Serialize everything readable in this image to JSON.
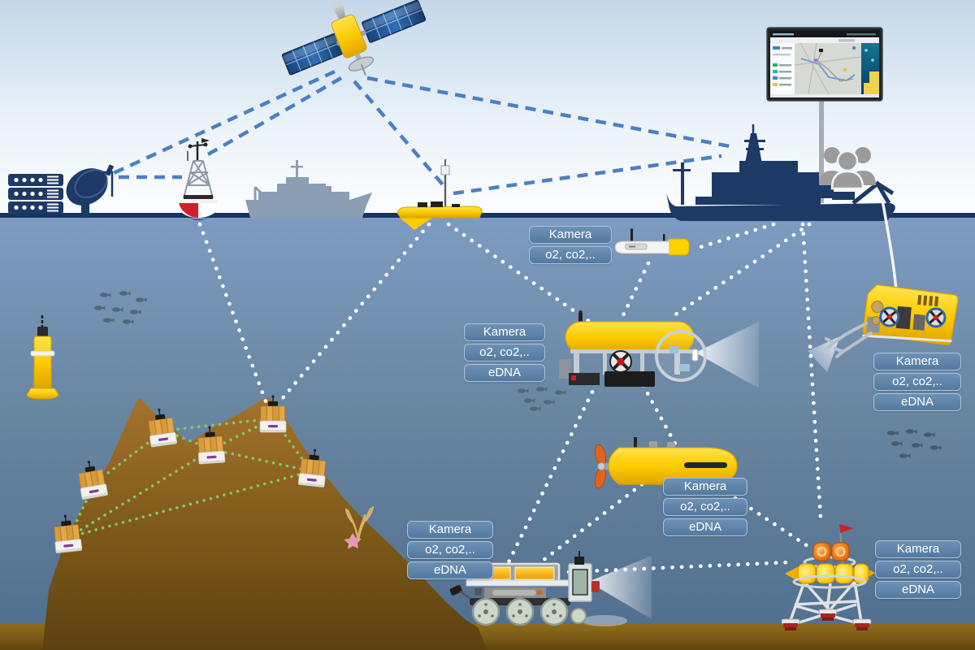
{
  "scene": {
    "description_labels_language": "de"
  },
  "labels": {
    "camera": "Kamera",
    "gases": "o2, co2,..",
    "edna": "eDNA"
  },
  "label_groups": [
    {
      "device": "surface-vehicle-and-glider",
      "lines": [
        "Kamera",
        "o2, co2,.."
      ]
    },
    {
      "device": "rov",
      "lines": [
        "Kamera",
        "o2, co2,..",
        "eDNA"
      ]
    },
    {
      "device": "torpedo-auv",
      "lines": [
        "Kamera",
        "o2, co2,..",
        "eDNA"
      ]
    },
    {
      "device": "work-rov",
      "lines": [
        "Kamera",
        "o2, co2,..",
        "eDNA"
      ]
    },
    {
      "device": "seafloor-crawler",
      "lines": [
        "Kamera",
        "o2, co2,..",
        "eDNA"
      ]
    },
    {
      "device": "lander",
      "lines": [
        "Kamera",
        "o2, co2,..",
        "eDNA"
      ]
    }
  ],
  "icons": [
    "satellite-icon",
    "server-rack-icon",
    "satellite-dish-icon",
    "weather-buoy-icon",
    "ship-icon",
    "research-vessel-icon",
    "surface-vehicle-icon",
    "monitor-map-icon",
    "people-icon",
    "glider-auv-icon",
    "rov-icon",
    "torpedo-auv-icon",
    "work-rov-icon",
    "seafloor-crawler-icon",
    "lander-icon",
    "seafloor-node-icon",
    "mooring-stick-icon",
    "fish-school-icon",
    "coral-icon",
    "starfish-icon"
  ],
  "colors": {
    "satellite_link_dash": "#4d80bf",
    "acoustic_link_dots": "#ffffff",
    "node_mesh_dots": "#7fc76d",
    "label_box_bg": "#5a7fa8",
    "label_box_border": "#a9c3db",
    "device_yellow": "#fccb00",
    "navy_silhouette": "#1d3a66",
    "gray_ship": "#8c9eb4",
    "water_top": "#7e9cc2",
    "water_bottom": "#4f6e8e",
    "seamount_brown": "#8a6420",
    "people_gray": "#9b9b9b"
  }
}
